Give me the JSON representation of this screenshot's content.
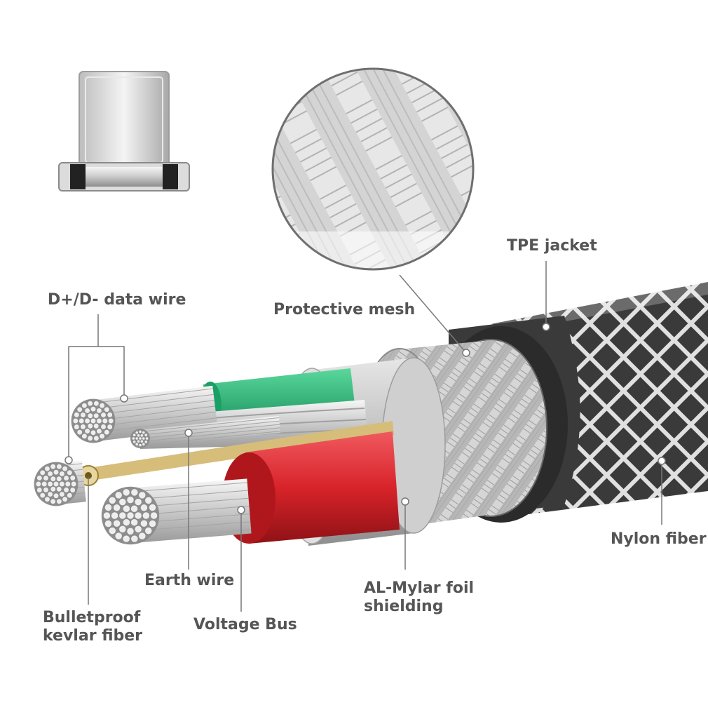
{
  "labels": {
    "tpe_jacket": "TPE jacket",
    "data_wire": "D+/D- data wire",
    "protective_mesh": "Protective mesh",
    "nylon_fiber": "Nylon fiber",
    "earth_wire": "Earth wire",
    "al_mylar": "AL-Mylar foil\nshielding",
    "kevlar": "Bulletproof\nkevlar fiber",
    "voltage_bus": "Voltage Bus"
  },
  "colors": {
    "label_text": "#555555",
    "leader_line": "#777777",
    "tpe_jacket": "#3a3a3a",
    "mesh": "#c9c9c9",
    "foil": "#bdbdbd",
    "red_insulation": "#d8232a",
    "green_insulation": "#22b473",
    "copper_strands": "#d9d9d9",
    "kevlar_core": "#c9a646"
  },
  "icons": [
    "usb-c-connector-icon",
    "mesh-magnifier-icon"
  ]
}
